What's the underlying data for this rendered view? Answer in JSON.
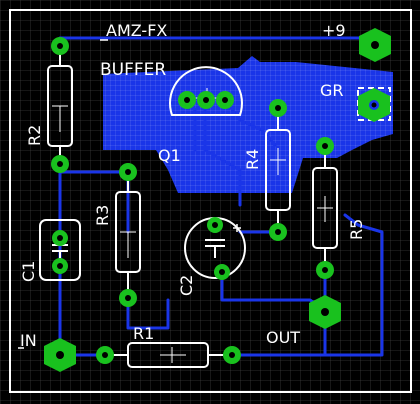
{
  "board": {
    "title": "AMZ-FX",
    "subtitle": "BUFFER"
  },
  "labels": {
    "supply": "+9",
    "ground": "GR",
    "input": "IN",
    "output": "OUT"
  },
  "components": {
    "r1": "R1",
    "r2": "R2",
    "r3": "R3",
    "r4": "R4",
    "r5": "R5",
    "c1": "C1",
    "c2": "C2",
    "q1": "Q1"
  },
  "colors": {
    "background": "#000000",
    "grid": "#3c3c3c",
    "copper": "#1a35e8",
    "pad": "#19c11e",
    "silkscreen": "#ffffff"
  }
}
